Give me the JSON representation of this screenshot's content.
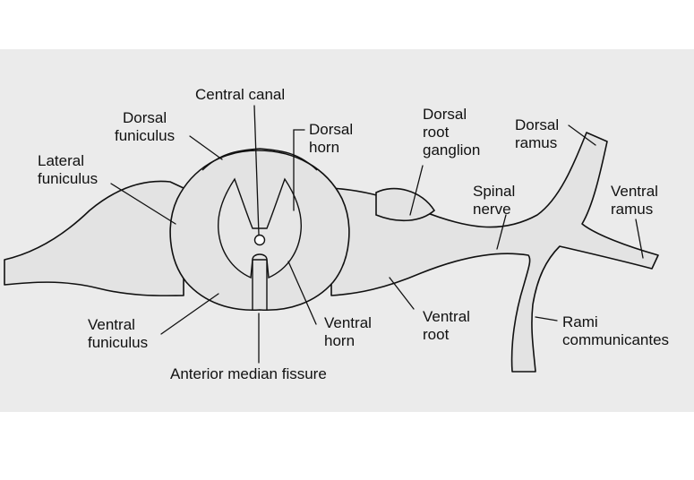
{
  "labels": {
    "central_canal": [
      "Central canal"
    ],
    "dorsal_funiculus": [
      "Dorsal",
      "funiculus"
    ],
    "lateral_funiculus": [
      "Lateral",
      "funiculus"
    ],
    "dorsal_horn": [
      "Dorsal",
      "horn"
    ],
    "dorsal_root_ganglion": [
      "Dorsal",
      "root",
      "ganglion"
    ],
    "dorsal_ramus": [
      "Dorsal",
      "ramus"
    ],
    "spinal_nerve": [
      "Spinal",
      "nerve"
    ],
    "ventral_ramus": [
      "Ventral",
      "ramus"
    ],
    "ventral_funiculus": [
      "Ventral",
      "funiculus"
    ],
    "ventral_horn": [
      "Ventral",
      "horn"
    ],
    "ventral_root": [
      "Ventral",
      "root"
    ],
    "rami_communicantes": [
      "Rami",
      "communicantes"
    ],
    "anterior_median_fissure": [
      "Anterior median fissure"
    ]
  },
  "colors": {
    "plate": "#ebebeb",
    "tissue": "#e3e3e3",
    "gray_matter": "#e6e6e6",
    "ink": "#111111"
  }
}
